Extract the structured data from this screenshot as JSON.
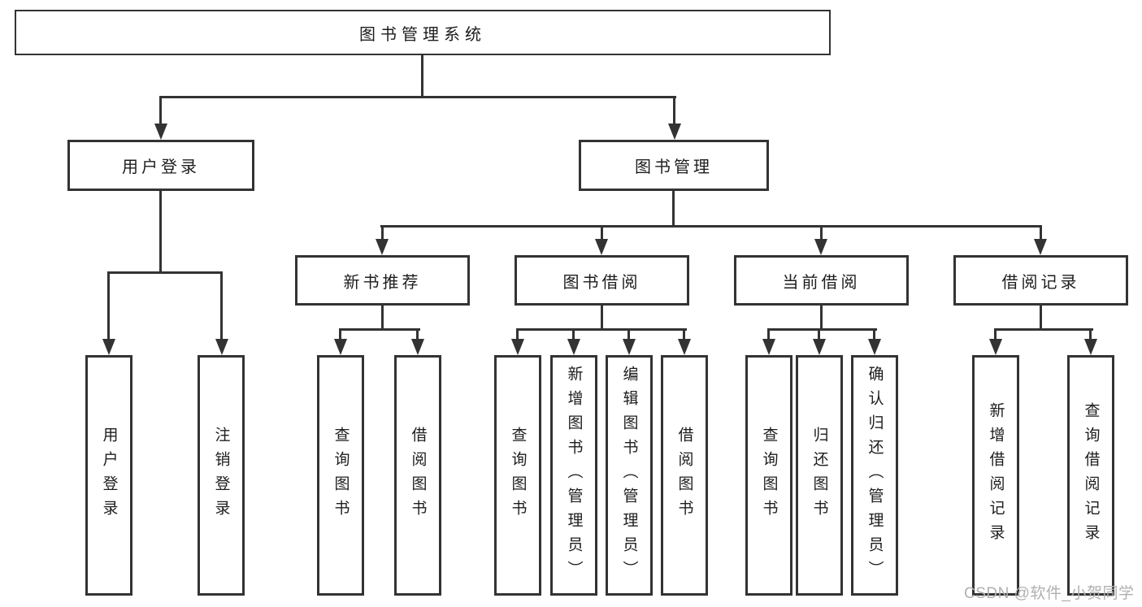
{
  "tree": {
    "label": "图书管理系统",
    "children": [
      {
        "label": "用户登录",
        "children": [
          {
            "label": "用户登录"
          },
          {
            "label": "注销登录"
          }
        ]
      },
      {
        "label": "图书管理",
        "children": [
          {
            "label": "新书推荐",
            "children": [
              {
                "label": "查询图书"
              },
              {
                "label": "借阅图书"
              }
            ]
          },
          {
            "label": "图书借阅",
            "children": [
              {
                "label": "查询图书"
              },
              {
                "label": "新增图书（管理员）"
              },
              {
                "label": "编辑图书（管理员）"
              },
              {
                "label": "借阅图书"
              }
            ]
          },
          {
            "label": "当前借阅",
            "children": [
              {
                "label": "查询图书"
              },
              {
                "label": "归还图书"
              },
              {
                "label": "确认归还（管理员）"
              }
            ]
          },
          {
            "label": "借阅记录",
            "children": [
              {
                "label": "新增借阅记录"
              },
              {
                "label": "查询借阅记录"
              }
            ]
          }
        ]
      }
    ]
  },
  "watermark": "CSDN @软件_小贺同学",
  "colors": {
    "line": "#333333",
    "text": "#1d1d1d",
    "watermark": "#b0b0b0",
    "background": "#ffffff"
  }
}
